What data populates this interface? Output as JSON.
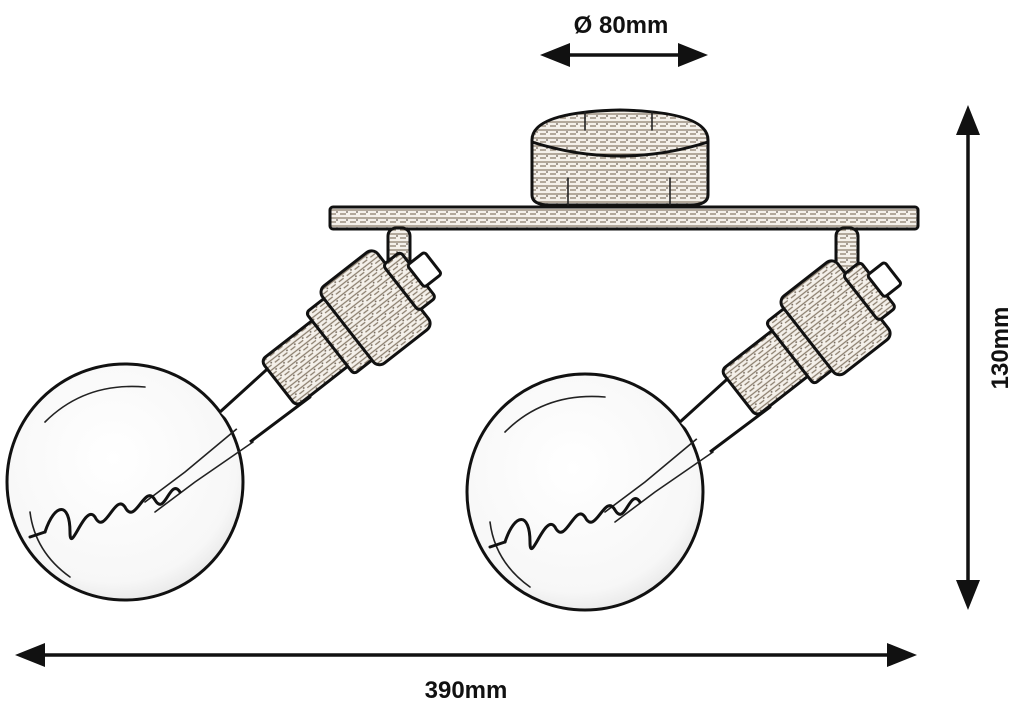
{
  "dimensions": {
    "diameter": "Ø 80mm",
    "height": "130mm",
    "width": "390mm"
  },
  "style": {
    "ink_color": "#111111",
    "background": "#ffffff"
  }
}
